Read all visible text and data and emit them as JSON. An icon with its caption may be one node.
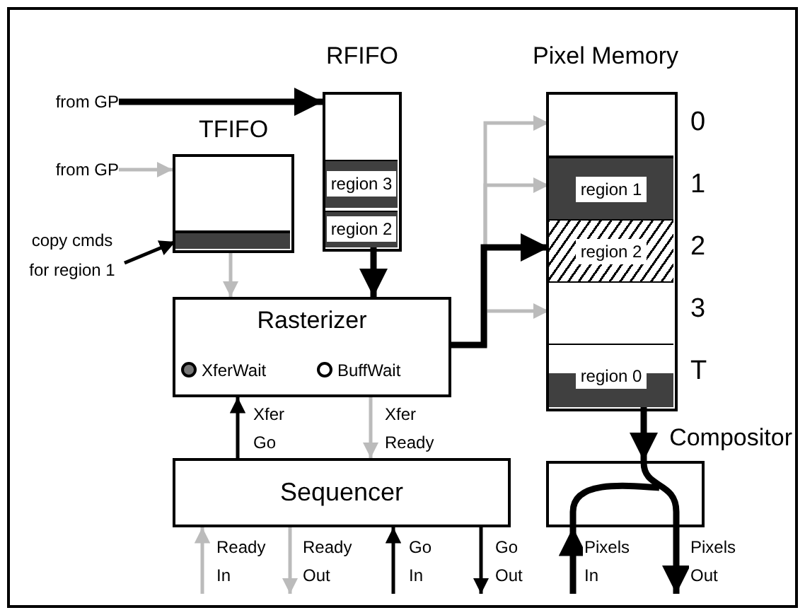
{
  "diagram": {
    "nodes": [
      {
        "text": [
          "from GP"
        ]
      },
      {
        "text": [
          "RFIFO"
        ]
      },
      {
        "text": [
          "region 3"
        ],
        "in": 1
      },
      {
        "text": [
          "region 2"
        ],
        "in": 1
      },
      {
        "text": [
          "TFIFO"
        ]
      },
      {
        "text": [],
        "shape": "bar",
        "in": 4
      },
      {
        "text": [
          "from GP"
        ]
      },
      {
        "text": [
          "copy cmds for region 1"
        ]
      },
      {
        "text": [
          "Rasterizer"
        ]
      },
      {
        "text": [
          "XferWait"
        ],
        "in": 8
      },
      {
        "text": [
          "BuffWait"
        ],
        "in": 8
      },
      {
        "text": [
          "Sequencer"
        ]
      },
      {
        "text": [
          "Pixel Memory"
        ]
      },
      {
        "text": [],
        "shape": "box",
        "beside": [
          "0"
        ],
        "in": 12
      },
      {
        "text": [
          "region 1"
        ],
        "beside": [
          "1"
        ],
        "in": 12
      },
      {
        "text": [
          "region 2"
        ],
        "beside": [
          "2"
        ],
        "in": 12
      },
      {
        "text": [],
        "shape": "box",
        "beside": [
          "3"
        ],
        "in": 12
      },
      {
        "text": [
          "region 0"
        ],
        "beside": [
          "T"
        ],
        "in": 12
      },
      {
        "text": [
          "Compositor"
        ]
      }
    ],
    "edges": [
      {
        "from": 0,
        "to": 1,
        "arrow": "to",
        "style": "thick"
      },
      {
        "from": 6,
        "to": 4,
        "arrow": "to",
        "color": "#bbbbbb"
      },
      {
        "from": 7,
        "to": 5,
        "arrow": "to"
      },
      {
        "from": 4,
        "to": 8,
        "arrow": "to",
        "color": "#bbbbbb"
      },
      {
        "from": 3,
        "to": 8,
        "arrow": "to",
        "style": "thick"
      },
      {
        "from": 8,
        "to": 13,
        "arrow": "to",
        "color": "#bbbbbb"
      },
      {
        "from": 8,
        "to": 14,
        "arrow": "to",
        "color": "#bbbbbb"
      },
      {
        "from": 8,
        "to": 15,
        "arrow": "to",
        "style": "thick"
      },
      {
        "from": 8,
        "to": 16,
        "arrow": "to",
        "color": "#bbbbbb"
      },
      {
        "from": 11,
        "to": 8,
        "arrow": "to",
        "label": "Xfer Go"
      },
      {
        "from": 8,
        "to": 11,
        "arrow": "to",
        "label": "Xfer Ready",
        "color": "#bbbbbb"
      },
      {
        "from": 17,
        "to": 18,
        "arrow": "to",
        "style": "thick"
      },
      {
        "from": null,
        "to": 11,
        "arrow": "to",
        "label": "Ready In",
        "color": "#bbbbbb"
      },
      {
        "from": 11,
        "to": null,
        "arrow": "to",
        "label": "Ready Out",
        "color": "#bbbbbb"
      },
      {
        "from": null,
        "to": 11,
        "arrow": "to",
        "label": "Go In"
      },
      {
        "from": 11,
        "to": null,
        "arrow": "to",
        "label": "Go Out"
      },
      {
        "from": null,
        "to": 18,
        "arrow": "to",
        "label": "Pixels In",
        "style": "thick"
      },
      {
        "from": 18,
        "to": null,
        "arrow": "to",
        "label": "Pixels Out",
        "style": "thick"
      }
    ]
  }
}
